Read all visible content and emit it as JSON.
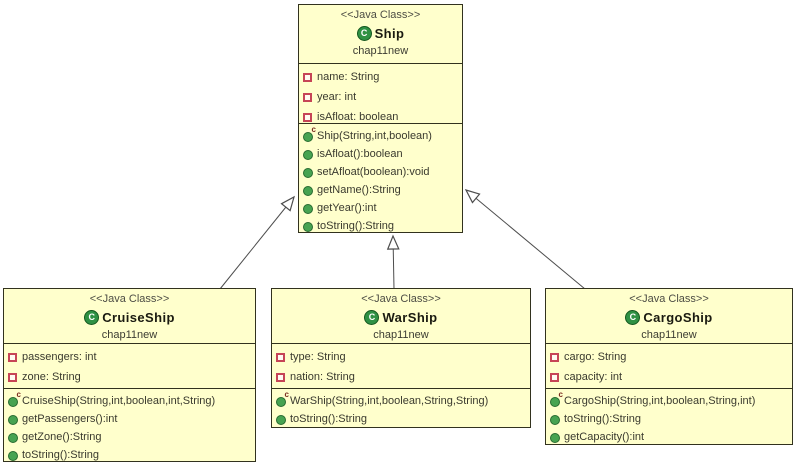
{
  "icons": {
    "class_letter": "C",
    "constructor_superscript": "c",
    "field_icon": "red-square-field-icon",
    "method_icon": "green-circle-method-icon"
  },
  "colors": {
    "box_fill": "#ffffcc",
    "box_border": "#32321e",
    "class_icon_green": "#2f9143",
    "field_icon_red": "#c64456",
    "method_icon_green": "#47a351",
    "connector_gray": "#4d4d4d"
  },
  "classes": [
    {
      "stereotype": "<<Java Class>>",
      "name": "Ship",
      "package": "chap11new",
      "fields": [
        "name: String",
        "year: int",
        "isAfloat: boolean"
      ],
      "methods": [
        "Ship(String,int,boolean)",
        "isAfloat():boolean",
        "setAfloat(boolean):void",
        "getName():String",
        "getYear():int",
        "toString():String"
      ]
    },
    {
      "stereotype": "<<Java Class>>",
      "name": "CruiseShip",
      "package": "chap11new",
      "fields": [
        "passengers: int",
        "zone: String"
      ],
      "methods": [
        "CruiseShip(String,int,boolean,int,String)",
        "getPassengers():int",
        "getZone():String",
        "toString():String"
      ]
    },
    {
      "stereotype": "<<Java Class>>",
      "name": "WarShip",
      "package": "chap11new",
      "fields": [
        "type: String",
        "nation: String"
      ],
      "methods": [
        "WarShip(String,int,boolean,String,String)",
        "toString():String"
      ]
    },
    {
      "stereotype": "<<Java Class>>",
      "name": "CargoShip",
      "package": "chap11new",
      "fields": [
        "cargo: String",
        "capacity: int"
      ],
      "methods": [
        "CargoShip(String,int,boolean,String,int)",
        "toString():String",
        "getCapacity():int"
      ]
    }
  ],
  "edges": [
    {
      "from": "CruiseShip",
      "to": "Ship",
      "type": "generalization"
    },
    {
      "from": "WarShip",
      "to": "Ship",
      "type": "generalization"
    },
    {
      "from": "CargoShip",
      "to": "Ship",
      "type": "generalization"
    }
  ]
}
